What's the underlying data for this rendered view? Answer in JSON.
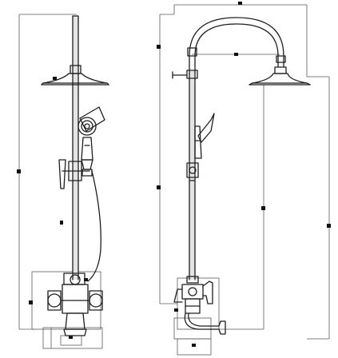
{
  "drawing": {
    "kind": "technical line drawing",
    "views": [
      "side-view",
      "front-view"
    ],
    "dimension_labels": []
  },
  "colors": {
    "line": "#1e1e1e",
    "dimension_line": "#5a5a5a",
    "pipe_fill": "#e4e4e4",
    "background": "#ffffff"
  }
}
